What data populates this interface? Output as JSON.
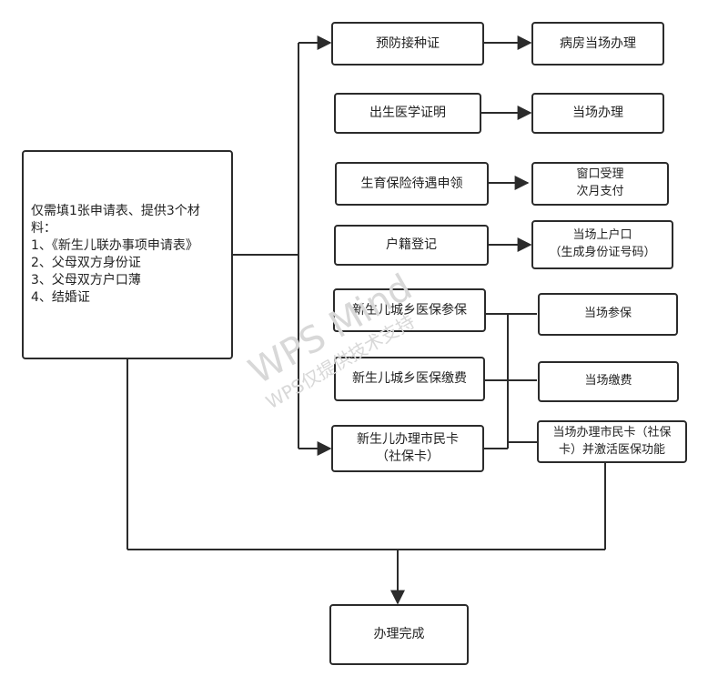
{
  "requirements": "仅需填1张申请表、提供3个材\n料：\n1、《新生儿联办事项申请表》\n2、父母双方身份证\n3、父母双方户口薄\n4、结婚证",
  "items": {
    "vaccination": "预防接种证",
    "birth_cert": "出生医学证明",
    "maternity": "生育保险待遇申领",
    "household": "户籍登记",
    "insurance_join": "新生儿城乡医保参保",
    "insurance_pay": "新生儿城乡医保缴费",
    "citizen_card": "新生儿办理市民卡\n（社保卡）"
  },
  "results": {
    "vaccination": "病房当场办理",
    "birth_cert": "当场办理",
    "maternity": "窗口受理\n次月支付",
    "household": "当场上户口\n（生成身份证号码）",
    "insurance_join": "当场参保",
    "insurance_pay": "当场缴费",
    "citizen_card": "当场办理市民卡（社保\n卡）并激活医保功能"
  },
  "final": "办理完成",
  "watermark": {
    "main": "WPS Mind",
    "sub": "WPS仅提供技术支持"
  }
}
